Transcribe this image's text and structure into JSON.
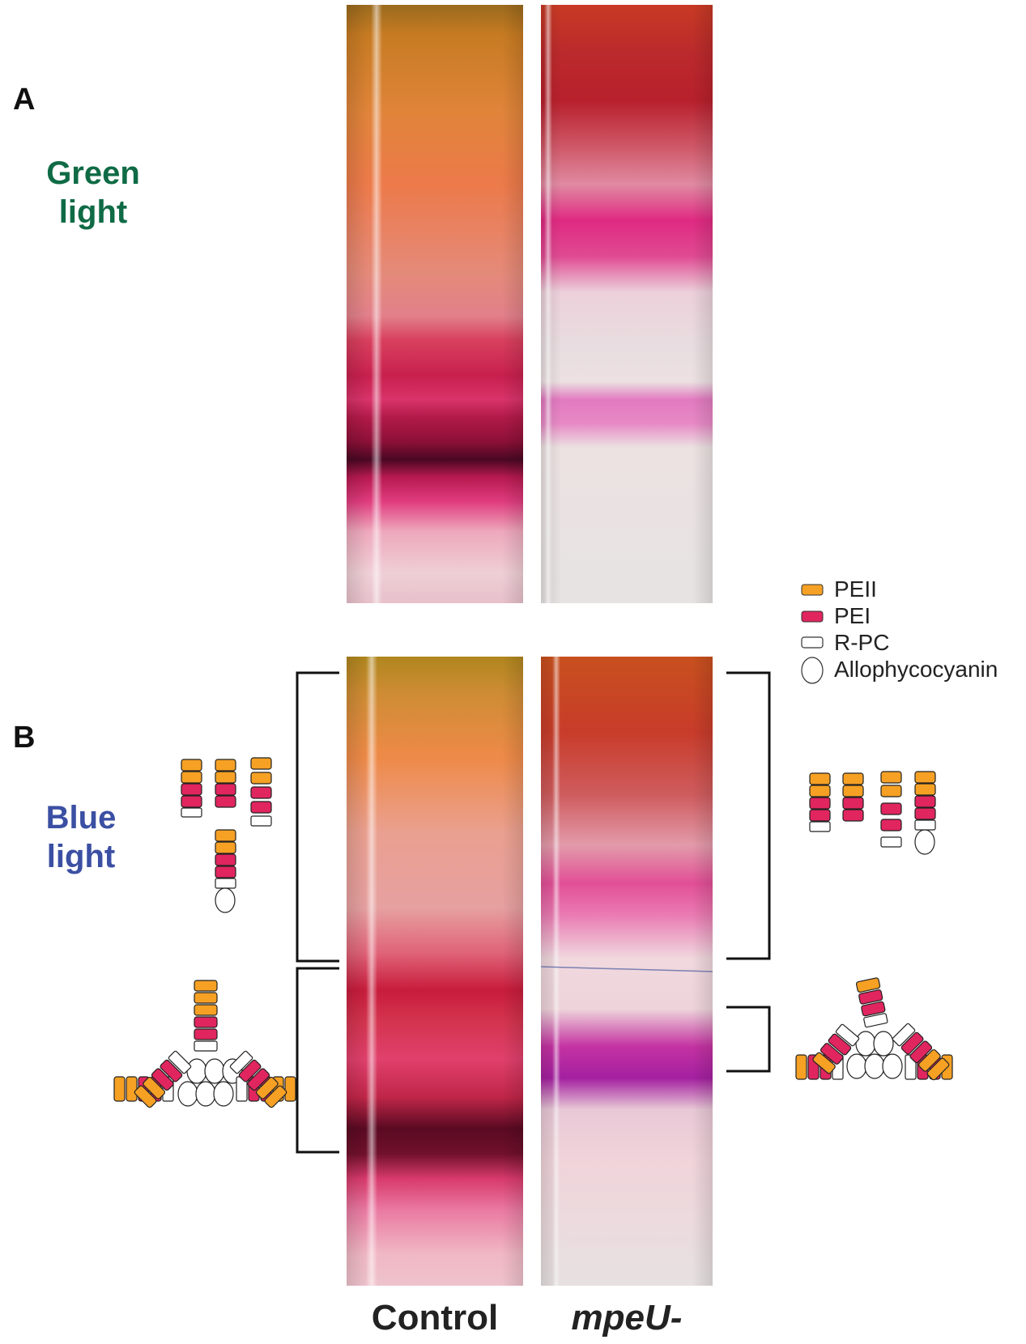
{
  "panels": {
    "a": {
      "letter": "A",
      "condition_line1": "Green",
      "condition_line2": "light"
    },
    "b": {
      "letter": "B",
      "condition_line1": "Blue",
      "condition_line2": "light"
    }
  },
  "legend": [
    {
      "label": "PEII",
      "color": "#f6a024",
      "icon": "rounded-rect"
    },
    {
      "label": "PEI",
      "color": "#e0255f",
      "icon": "rounded-rect"
    },
    {
      "label": "R-PC",
      "color": "#ffffff",
      "icon": "rounded-rect"
    },
    {
      "label": "Allophycocyanin",
      "color": "#ffffff",
      "icon": "ellipse"
    }
  ],
  "tubes": {
    "control_label": "Control",
    "mutant_label": "mpeU-"
  },
  "colors": {
    "green_light_label": "#0f6b45",
    "blue_light_label": "#3b4fa3",
    "peii": "#f6a024",
    "pei": "#e0255f"
  }
}
